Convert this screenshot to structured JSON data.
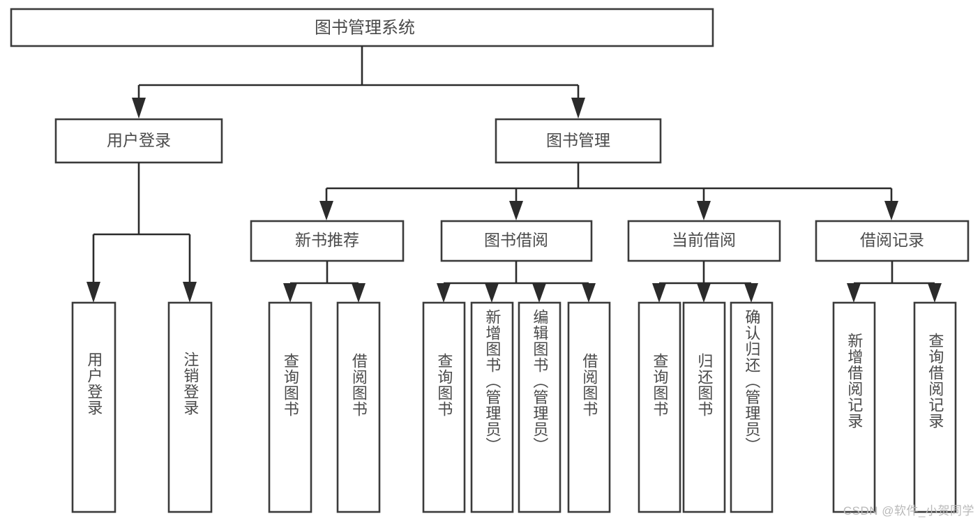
{
  "diagram": {
    "type": "tree",
    "title": "图书管理系统",
    "watermark": "CSDN @软件_小贺同学",
    "root": {
      "id": "root",
      "label": "图书管理系统"
    },
    "level1": [
      {
        "id": "user-login",
        "label": "用户登录"
      },
      {
        "id": "book-management",
        "label": "图书管理"
      }
    ],
    "level2": [
      {
        "id": "new-book-recommend",
        "label": "新书推荐",
        "parent": "book-management"
      },
      {
        "id": "book-borrow",
        "label": "图书借阅",
        "parent": "book-management"
      },
      {
        "id": "current-borrow",
        "label": "当前借阅",
        "parent": "book-management"
      },
      {
        "id": "borrow-record",
        "label": "借阅记录",
        "parent": "book-management"
      }
    ],
    "leaves": {
      "user-login": [
        {
          "id": "leaf-user-login",
          "label": "用户登录"
        },
        {
          "id": "leaf-logout",
          "label": "注销登录"
        }
      ],
      "new-book-recommend": [
        {
          "id": "leaf-query-book-1",
          "label": "查询图书"
        },
        {
          "id": "leaf-borrow-book-1",
          "label": "借阅图书"
        }
      ],
      "book-borrow": [
        {
          "id": "leaf-query-book-2",
          "label": "查询图书"
        },
        {
          "id": "leaf-add-book",
          "label": "新增图书（管理员）"
        },
        {
          "id": "leaf-edit-book",
          "label": "编辑图书（管理员）"
        },
        {
          "id": "leaf-borrow-book-2",
          "label": "借阅图书"
        }
      ],
      "current-borrow": [
        {
          "id": "leaf-query-book-3",
          "label": "查询图书"
        },
        {
          "id": "leaf-return-book",
          "label": "归还图书"
        },
        {
          "id": "leaf-confirm-return",
          "label": "确认归还（管理员）"
        }
      ],
      "borrow-record": [
        {
          "id": "leaf-add-record",
          "label": "新增借阅记录"
        },
        {
          "id": "leaf-query-record",
          "label": "查询借阅记录"
        }
      ]
    },
    "colors": {
      "box_stroke": "#3b3b3b",
      "connector": "#2b2b2b",
      "text": "#4a4a4a",
      "background": "#ffffff",
      "watermark": "#b9b9b9"
    }
  }
}
